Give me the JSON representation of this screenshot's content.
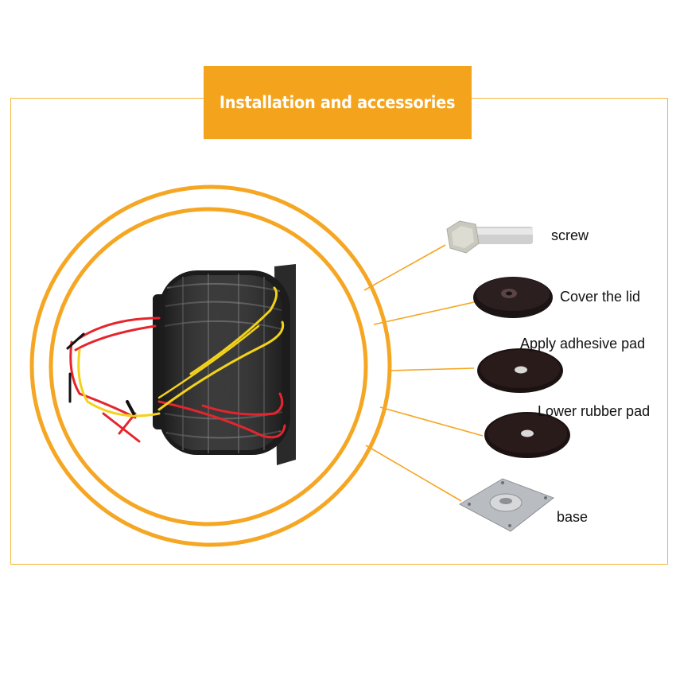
{
  "banner": {
    "title": "Installation and accessories"
  },
  "accessories": [
    {
      "label": "screw"
    },
    {
      "label": "Cover the lid"
    },
    {
      "label": "Apply adhesive pad"
    },
    {
      "label": "Lower rubber pad"
    },
    {
      "label": "base"
    }
  ],
  "colors": {
    "accent": "#f4a41c",
    "frame": "#f5b63f",
    "circle": "#f5a623",
    "red_wire": "#e5252d",
    "yellow_wire": "#f2d21a"
  }
}
